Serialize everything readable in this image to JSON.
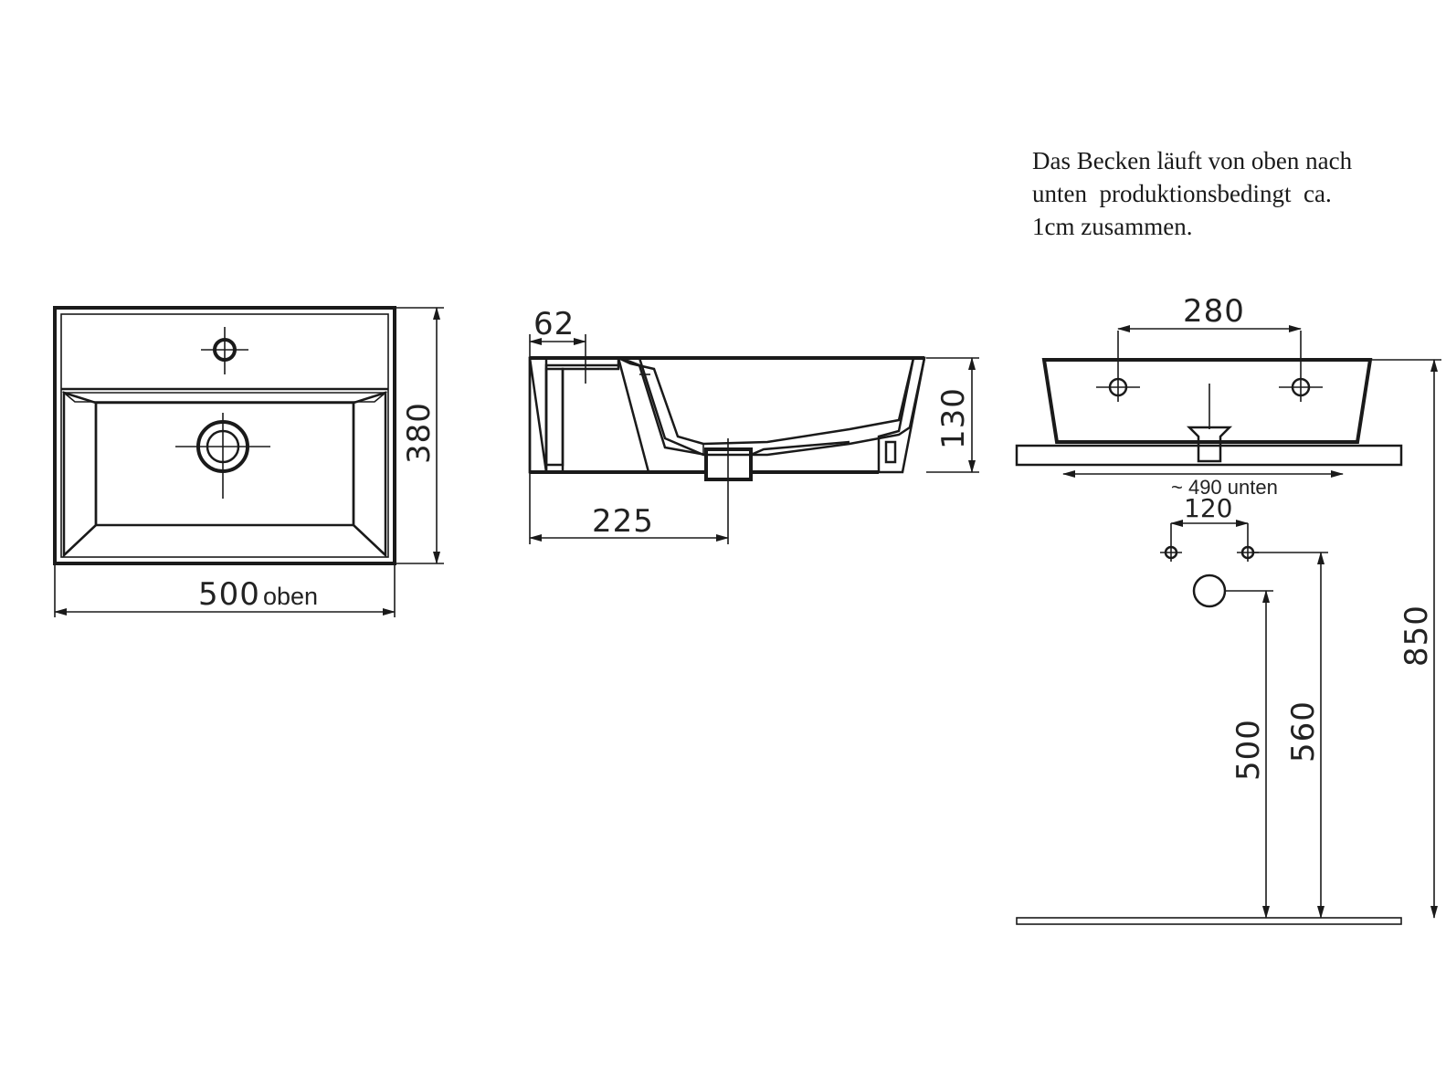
{
  "note": {
    "line1": "Das Becken läuft von oben nach",
    "line2": "unten  produktionsbedingt  ca.",
    "line3": "1cm zusammen."
  },
  "top_view": {
    "width_value": "500",
    "width_suffix": "oben",
    "depth_value": "380"
  },
  "side_view": {
    "wall_value": "62",
    "height_value": "130",
    "drain_offset_value": "225"
  },
  "front_view": {
    "hole_spacing_value": "280",
    "bottom_width_value": "~ 490 unten",
    "tap_spacing_value": "120",
    "waste_height_value": "500",
    "tap_height_value": "560",
    "total_height_value": "850"
  },
  "colors": {
    "line": "#1a1a1a",
    "background": "#ffffff"
  }
}
